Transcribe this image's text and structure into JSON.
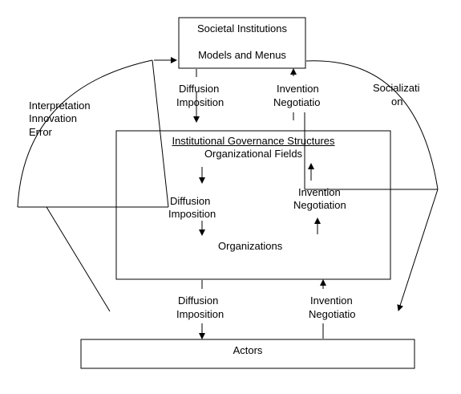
{
  "diagram": {
    "top_box": {
      "title": "Societal Institutions",
      "subtitle": "Models and Menus"
    },
    "middle_box": {
      "title": "Institutional Governance Structures",
      "subtitle": "Organizational Fields",
      "inner_label": "Organizations"
    },
    "bottom_box": {
      "title": "Actors"
    },
    "labels": {
      "diffusion_top": [
        "Diffusion",
        "Imposition"
      ],
      "invention_top": [
        "Invention",
        "Negotiatio"
      ],
      "diffusion_mid": [
        "Diffusion",
        "Imposition"
      ],
      "invention_mid": [
        "Invention",
        "Negotiation"
      ],
      "diffusion_bottom": [
        "Diffusion",
        "Imposition"
      ],
      "invention_bottom": [
        "Invention",
        "Negotiatio"
      ],
      "interpretation": [
        "Interpretation",
        "Innovation",
        "Error"
      ],
      "socialization": [
        "Socializati",
        "on"
      ]
    }
  }
}
